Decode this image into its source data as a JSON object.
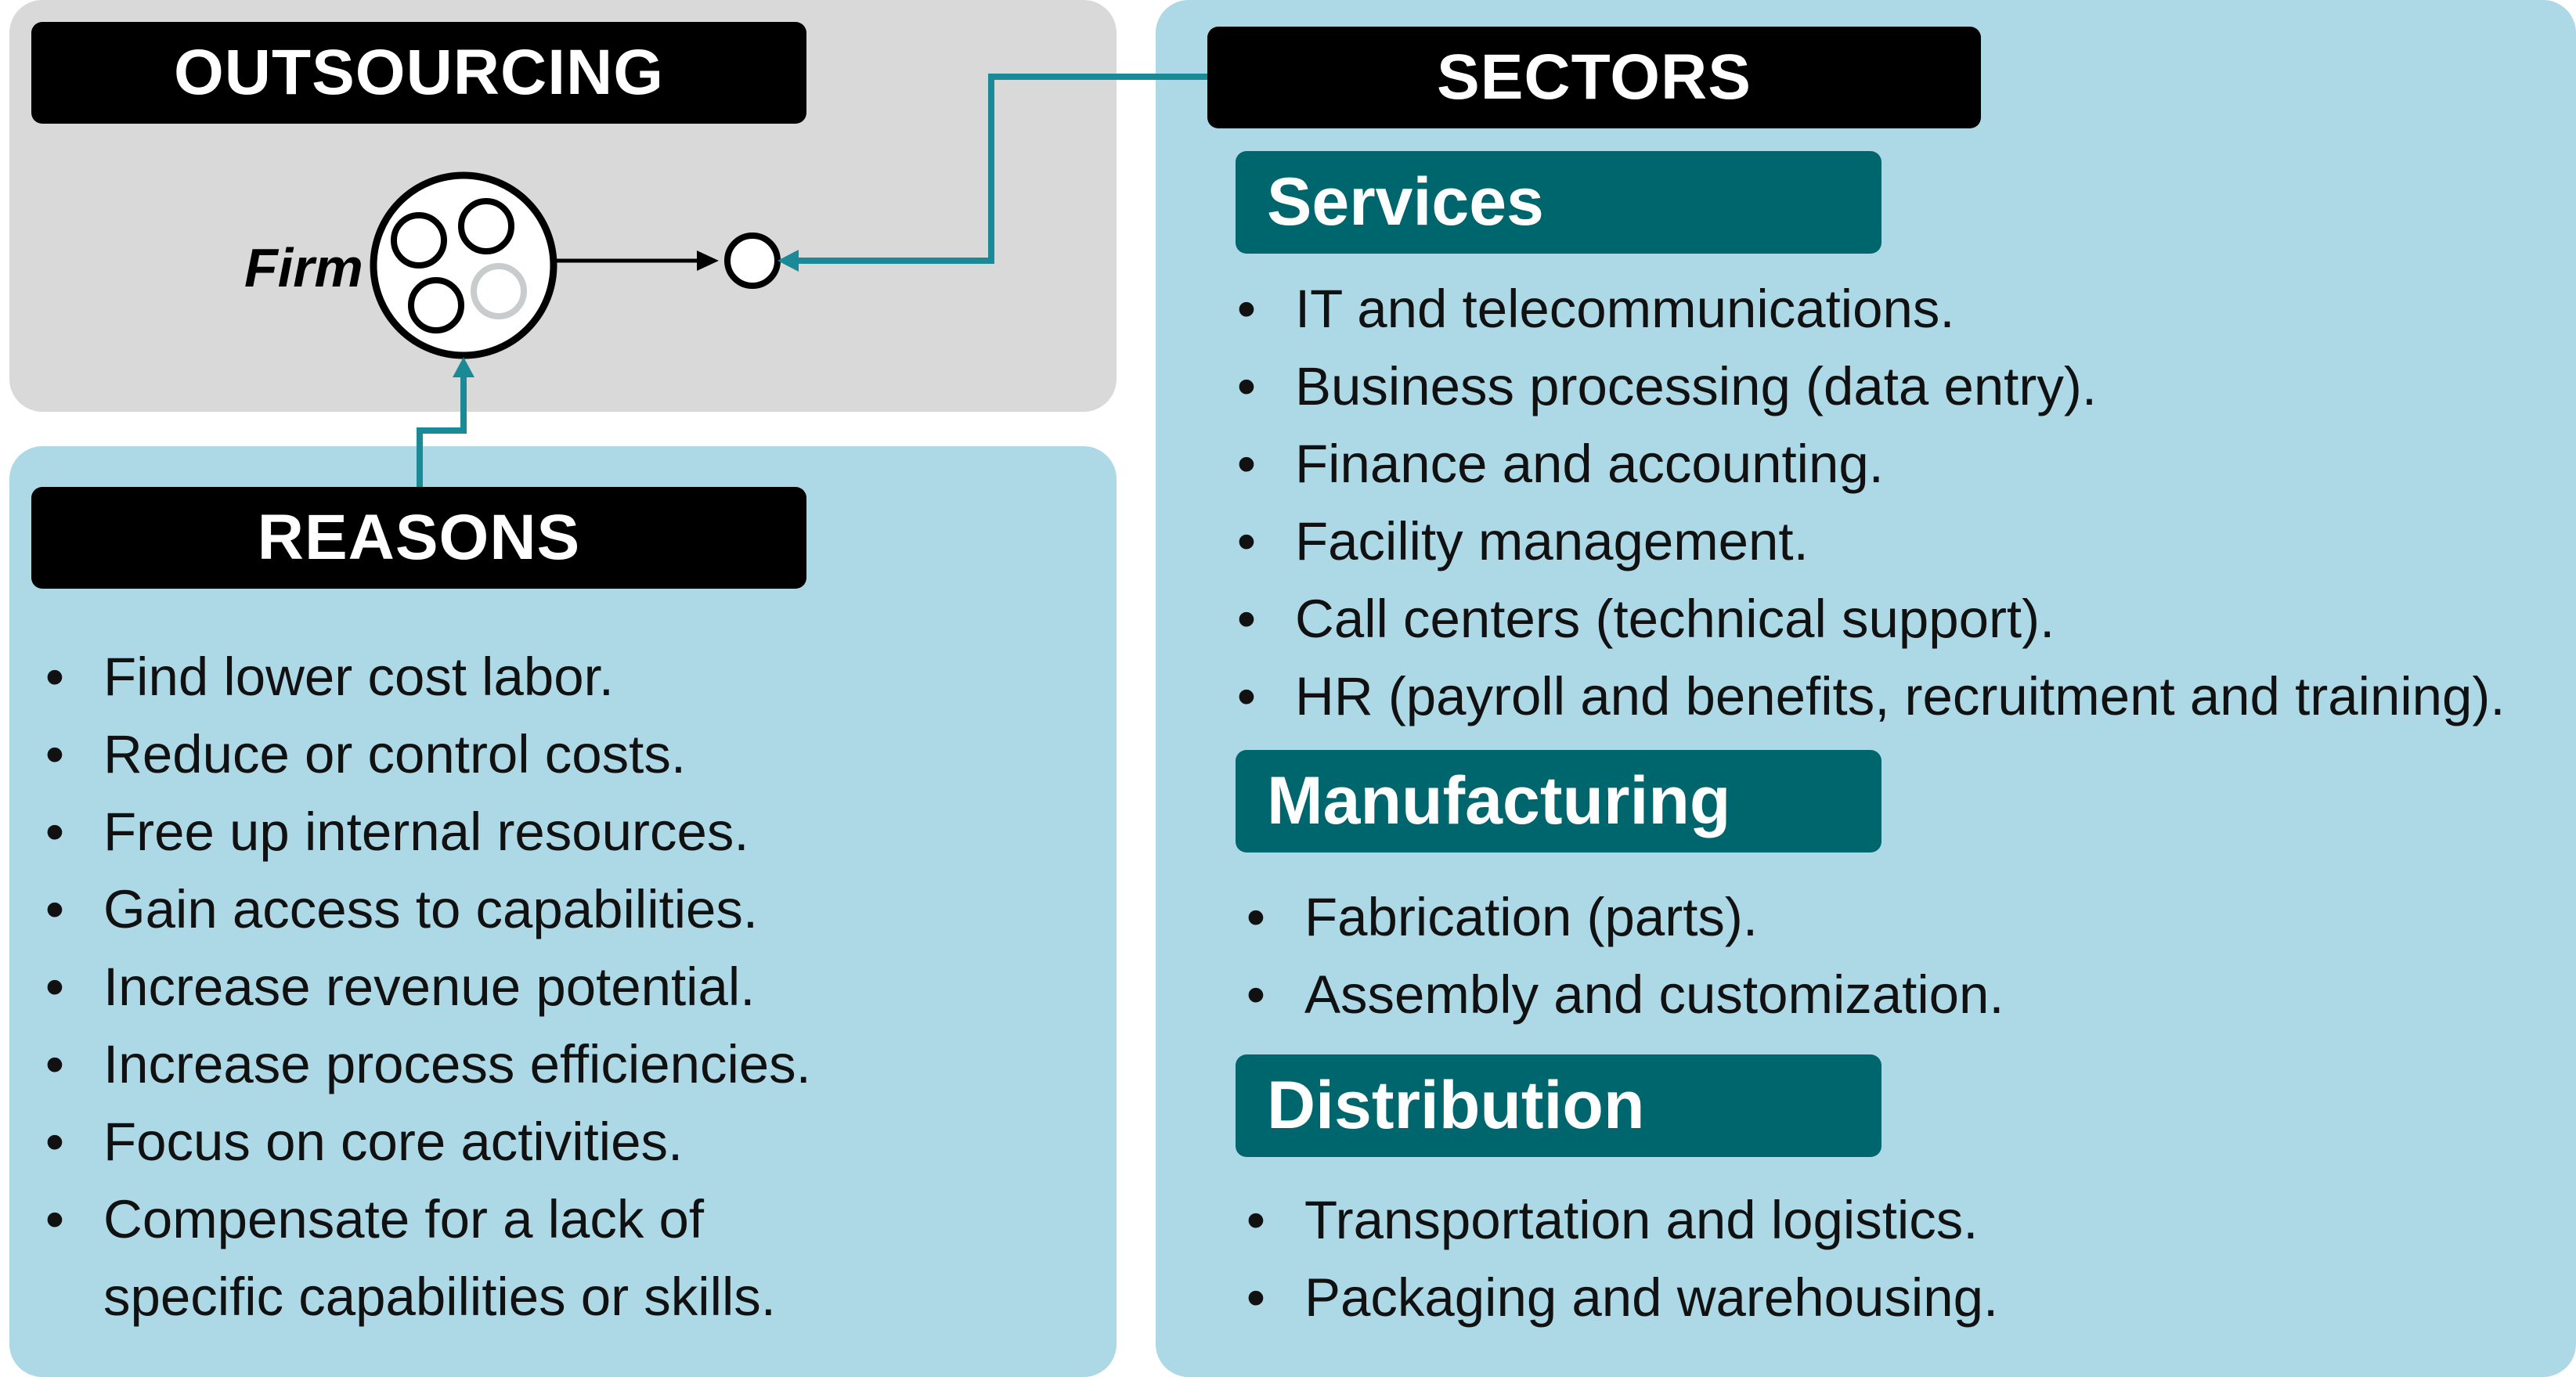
{
  "outsourcing": {
    "title": "OUTSOURCING",
    "firm_label": "Firm"
  },
  "reasons": {
    "title": "REASONS",
    "items": [
      "Find lower cost labor.",
      "Reduce or control costs.",
      "Free up internal resources.",
      "Gain access to capabilities.",
      "Increase revenue potential.",
      "Increase process efficiencies.",
      "Focus on core activities.",
      "Compensate for a lack of specific capabilities or skills."
    ]
  },
  "sectors": {
    "title": "SECTORS",
    "services": {
      "title": "Services",
      "items": [
        "IT and telecommunications.",
        "Business processing (data entry).",
        "Finance and accounting.",
        "Facility management.",
        "Call centers (technical support).",
        "HR (payroll and benefits, recruitment and training)."
      ]
    },
    "manufacturing": {
      "title": "Manufacturing",
      "items": [
        "Fabrication (parts).",
        "Assembly and customization."
      ]
    },
    "distribution": {
      "title": "Distribution",
      "items": [
        "Transportation and logistics.",
        "Packaging and warehousing."
      ]
    }
  },
  "colors": {
    "grey_panel": "#d9d9d9",
    "blue_panel": "#add8e6",
    "header_black": "#000000",
    "header_teal": "#00666e",
    "connector": "#1a8a96"
  }
}
